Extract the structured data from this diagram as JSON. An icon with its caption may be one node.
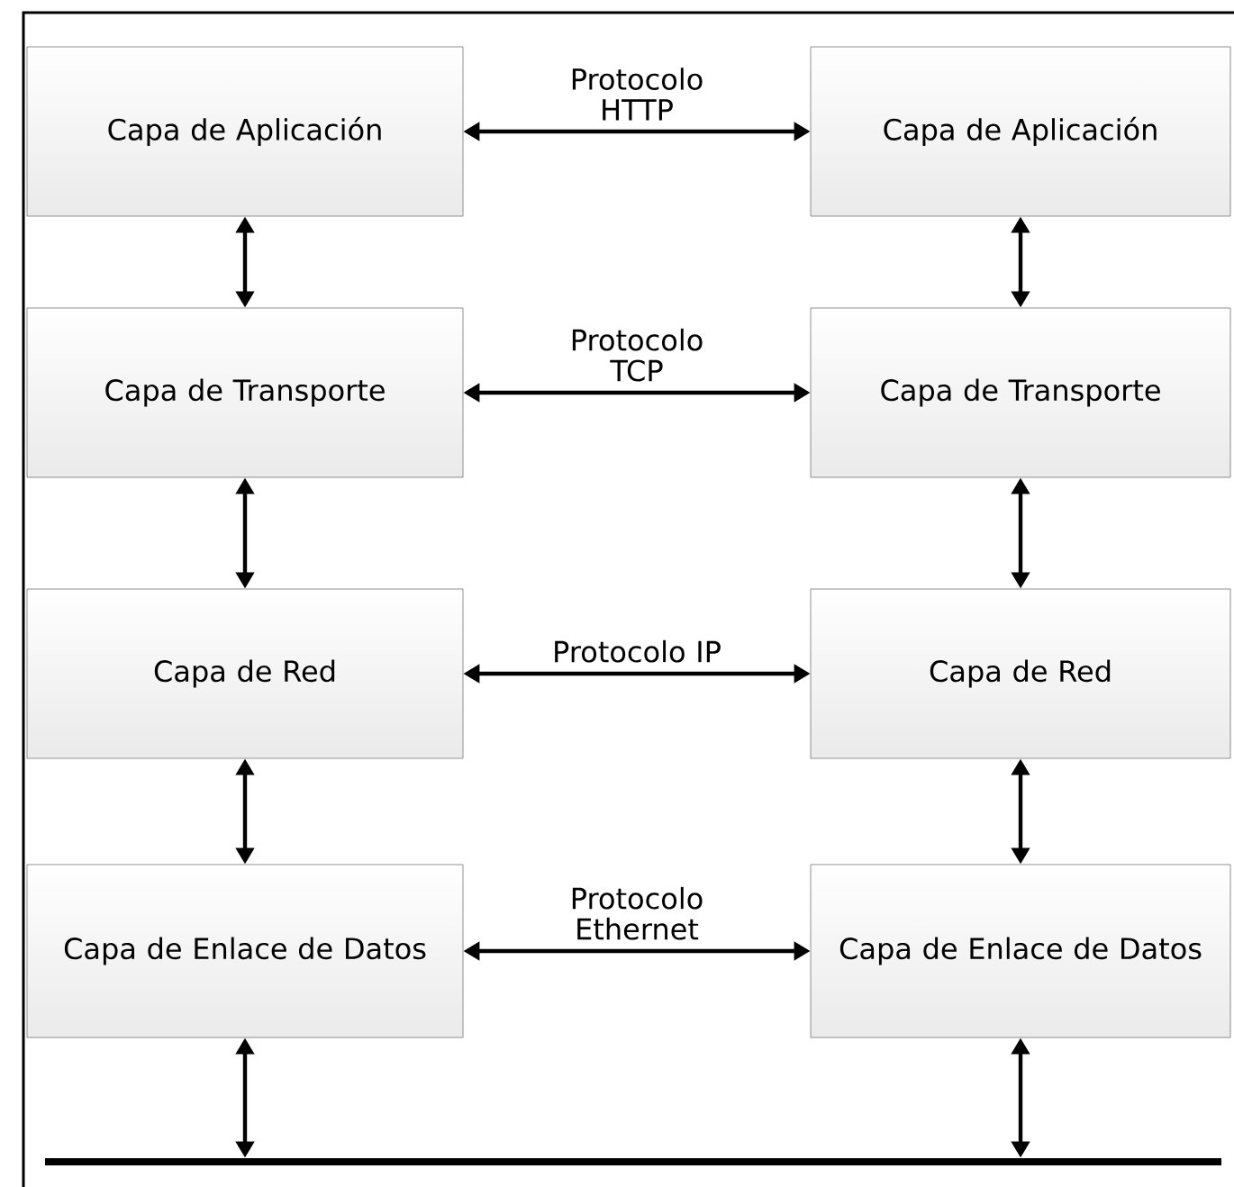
{
  "diagram": {
    "nodes": [
      {
        "text": [
          "Capa de Aplicación"
        ]
      },
      {
        "text": [
          "Capa de Aplicación"
        ]
      },
      {
        "text": [
          "Capa de Transporte"
        ]
      },
      {
        "text": [
          "Capa de Transporte"
        ]
      },
      {
        "text": [
          "Capa de Red"
        ]
      },
      {
        "text": [
          "Capa de Red"
        ]
      },
      {
        "text": [
          "Capa de Enlace de Datos"
        ]
      },
      {
        "text": [
          "Capa de Enlace de Datos"
        ]
      },
      {
        "text": [],
        "shape": "bar"
      }
    ],
    "edges": [
      {
        "from": 0,
        "to": 1,
        "arrow": "both",
        "label": "Protocolo HTTP"
      },
      {
        "from": 0,
        "to": 2,
        "arrow": "both"
      },
      {
        "from": 1,
        "to": 3,
        "arrow": "both"
      },
      {
        "from": 2,
        "to": 3,
        "arrow": "both",
        "label": "Protocolo TCP"
      },
      {
        "from": 2,
        "to": 4,
        "arrow": "both"
      },
      {
        "from": 3,
        "to": 5,
        "arrow": "both"
      },
      {
        "from": 4,
        "to": 5,
        "arrow": "both",
        "label": "Protocolo IP"
      },
      {
        "from": 4,
        "to": 6,
        "arrow": "both"
      },
      {
        "from": 5,
        "to": 7,
        "arrow": "both"
      },
      {
        "from": 6,
        "to": 7,
        "arrow": "both",
        "label": "Protocolo Ethernet"
      },
      {
        "from": 6,
        "to": 8,
        "arrow": "both"
      },
      {
        "from": 7,
        "to": 8,
        "arrow": "both"
      }
    ]
  }
}
